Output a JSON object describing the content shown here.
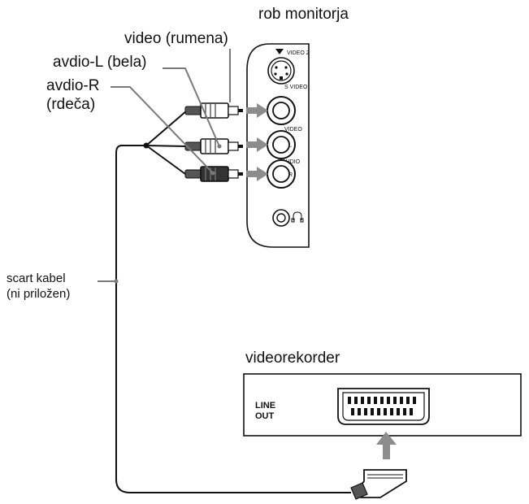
{
  "labels": {
    "monitor_edge": "rob monitorja",
    "video": "video (rumena)",
    "audio_l": "avdio-L (bela)",
    "audio_r_line1": "avdio-R",
    "audio_r_line2": "(rdeča)",
    "scart_line1": "scart kabel",
    "scart_line2": "(ni priložen)",
    "vcr": "videorekorder"
  },
  "monitor_panel": {
    "video2": "VIDEO 2",
    "s_video": "S VIDEO",
    "video": "VIDEO",
    "l": "L",
    "audio": "AUDIO",
    "r": "R",
    "headphone_icon": "headphone-icon"
  },
  "vcr_panel": {
    "line": "LINE",
    "out": "OUT"
  },
  "colors": {
    "plug_video": "#ffffff",
    "plug_audio_l": "#ffffff",
    "plug_audio_r": "#333333",
    "arrow": "#8c8c8c"
  }
}
